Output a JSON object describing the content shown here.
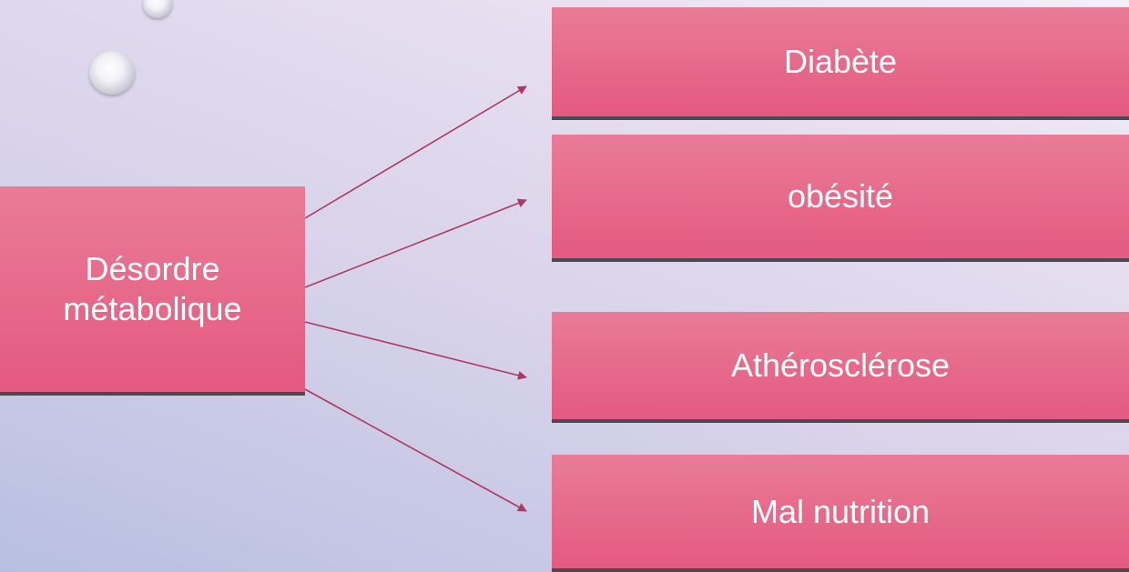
{
  "diagram": {
    "source": {
      "line1": "Désordre",
      "line2": "métabolique"
    },
    "targets": [
      {
        "label": "Diabète"
      },
      {
        "label": "obésité"
      },
      {
        "label": "Athérosclérose"
      },
      {
        "label": "Mal nutrition"
      }
    ],
    "colors": {
      "box_top": "#e97c97",
      "box_bottom": "#e4597f",
      "box_text": "#ffffff",
      "box_shadow": "#4a4a55",
      "arrow": "#b0375d"
    }
  }
}
